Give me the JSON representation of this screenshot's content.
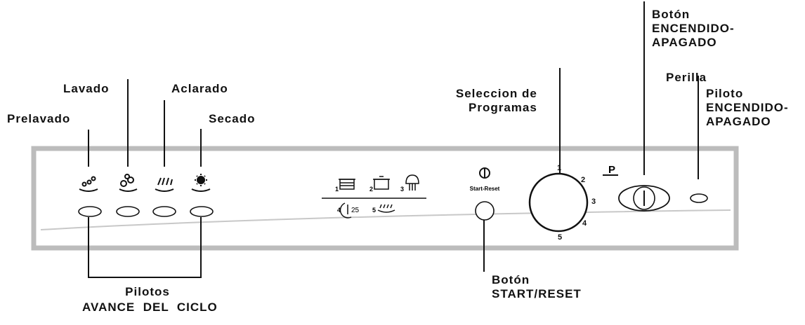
{
  "labels": {
    "prelavado": "Prelavado",
    "lavado": "Lavado",
    "aclarado": "Aclarado",
    "secado": "Secado",
    "pilotos_line1": "Pilotos",
    "pilotos_line2": "AVANCE  DEL  CICLO",
    "seleccion_line1": "Seleccion de",
    "seleccion_line2": "Programas",
    "boton_onoff_line1": "Botón",
    "boton_onoff_line2": "ENCENDIDO-",
    "boton_onoff_line3": "APAGADO",
    "perilla": "Perilla",
    "piloto_onoff_line1": "Piloto",
    "piloto_onoff_line2": "ENCENDIDO-",
    "piloto_onoff_line3": "APAGADO",
    "start_line1": "Botón",
    "start_line2": "START/RESET"
  },
  "panel": {
    "start_reset_text": "Start-Reset",
    "p_mark": "P",
    "dial_numbers": [
      "1",
      "2",
      "3",
      "4",
      "5"
    ],
    "programs_row1": [
      "1",
      "2",
      "3"
    ],
    "program_4": "4",
    "program_4_temp": "25",
    "program_5": "5"
  },
  "colors": {
    "panel_border": "#bfbfbf",
    "line": "#111111"
  }
}
